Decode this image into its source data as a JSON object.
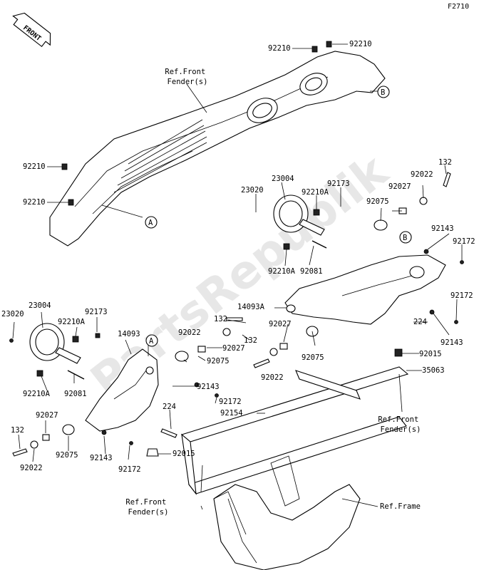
{
  "figure_code": "F2710",
  "front_arrow_label": "FRONT",
  "watermark": "PartsRepublik",
  "refs": {
    "front_fender_top": "Ref.Front\nFender(s)",
    "front_fender_right": "Ref.Front\nFender(s)",
    "front_fender_bottom": "Ref.Front\nFender(s)",
    "frame": "Ref.Frame"
  },
  "callouts": {
    "a": "A",
    "b": "B"
  },
  "parts": {
    "p92210_top_l": "92210",
    "p92210_top_r": "92210",
    "p92210_left_1": "92210",
    "p92210_left_2": "92210",
    "p23020_r": "23020",
    "p23004_r": "23004",
    "p92210A_r1": "92210A",
    "p92173_r": "92173",
    "p92027_r1": "92027",
    "p92022_r1": "92022",
    "p132_r1": "132",
    "p92075_r1": "92075",
    "p92210A_r2": "92210A",
    "p92081_r": "92081",
    "p92143_r1": "92143",
    "p92172_r1": "92172",
    "p14093A": "14093A",
    "p92172_r2": "92172",
    "p92143_r2": "92143",
    "p224_r": "224",
    "p92015_r": "92015",
    "p35063": "35063",
    "p132_m": "132",
    "p92022_m1": "92022",
    "p92027_m1": "92027",
    "p92075_m1": "92075",
    "p132_m2": "132",
    "p92027_m2": "92027",
    "p92022_m2": "92022",
    "p92075_m2": "92075",
    "p23020_l": "23020",
    "p23004_l": "23004",
    "p92210A_l1": "92210A",
    "p92173_l": "92173",
    "p14093": "14093",
    "p92210A_l2": "92210A",
    "p92081_l": "92081",
    "p92027_l": "92027",
    "p132_l": "132",
    "p92022_l": "92022",
    "p92075_l": "92075",
    "p92143_m": "92143",
    "p92172_m": "92172",
    "p224_l": "224",
    "p92143_l": "92143",
    "p92172_l": "92172",
    "p92015_l": "92015",
    "p92154": "92154"
  }
}
